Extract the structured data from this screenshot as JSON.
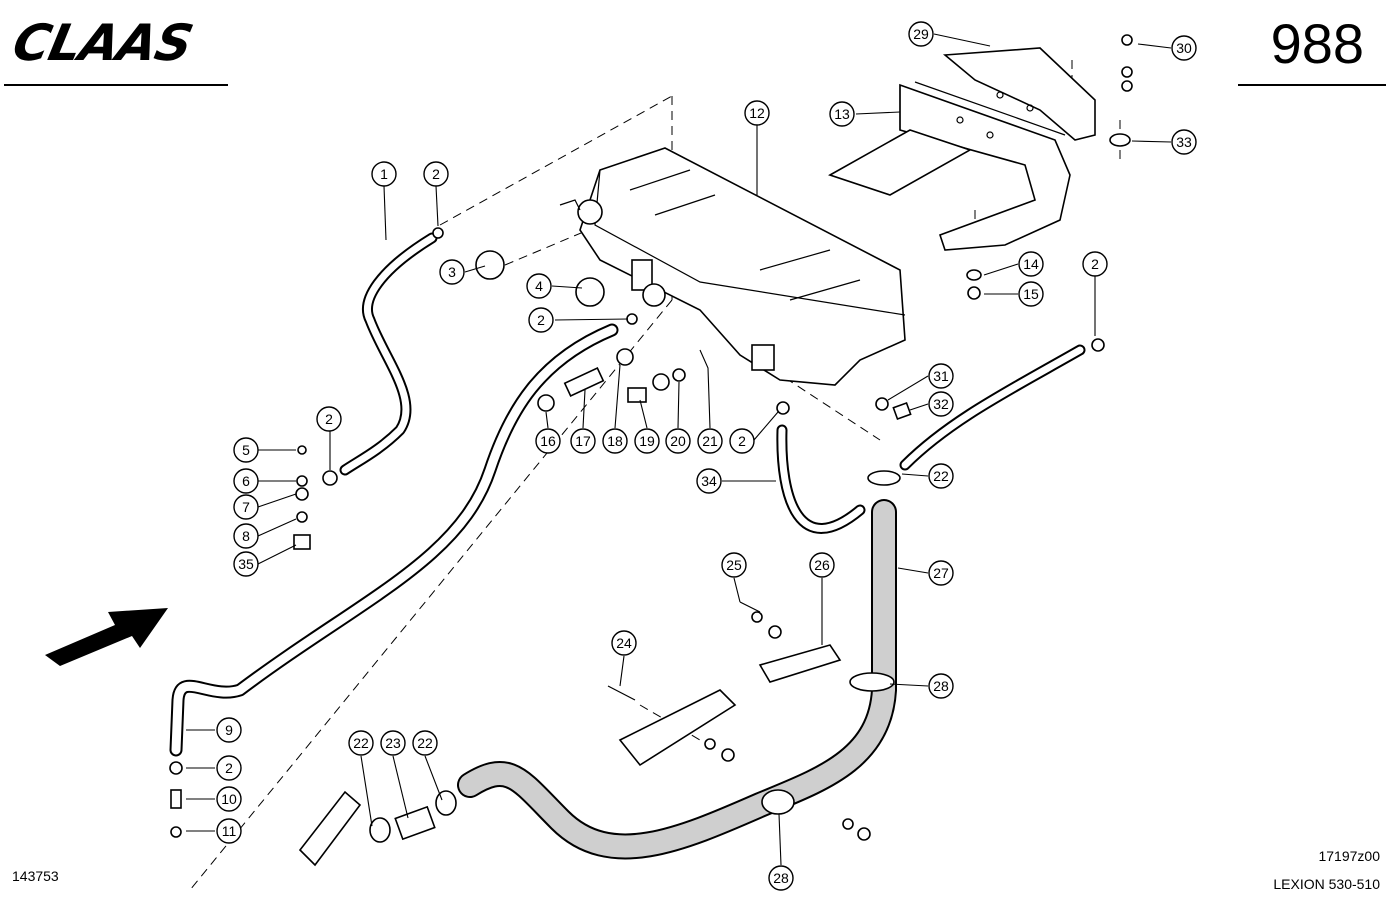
{
  "header": {
    "brand_logo": "CLAAS",
    "page_number": "988"
  },
  "footer": {
    "drawing_number": "143753",
    "figure_code": "17197z00",
    "model": "LEXION 530-510"
  },
  "callouts": [
    "1",
    "2",
    "3",
    "4",
    "5",
    "6",
    "7",
    "8",
    "9",
    "10",
    "11",
    "12",
    "13",
    "14",
    "15",
    "16",
    "17",
    "18",
    "19",
    "20",
    "21",
    "22",
    "23",
    "24",
    "25",
    "26",
    "27",
    "28",
    "29",
    "30",
    "31",
    "32",
    "33",
    "34",
    "35"
  ],
  "icons": {
    "direction_arrow": "arrow-travel-direction-icon"
  }
}
